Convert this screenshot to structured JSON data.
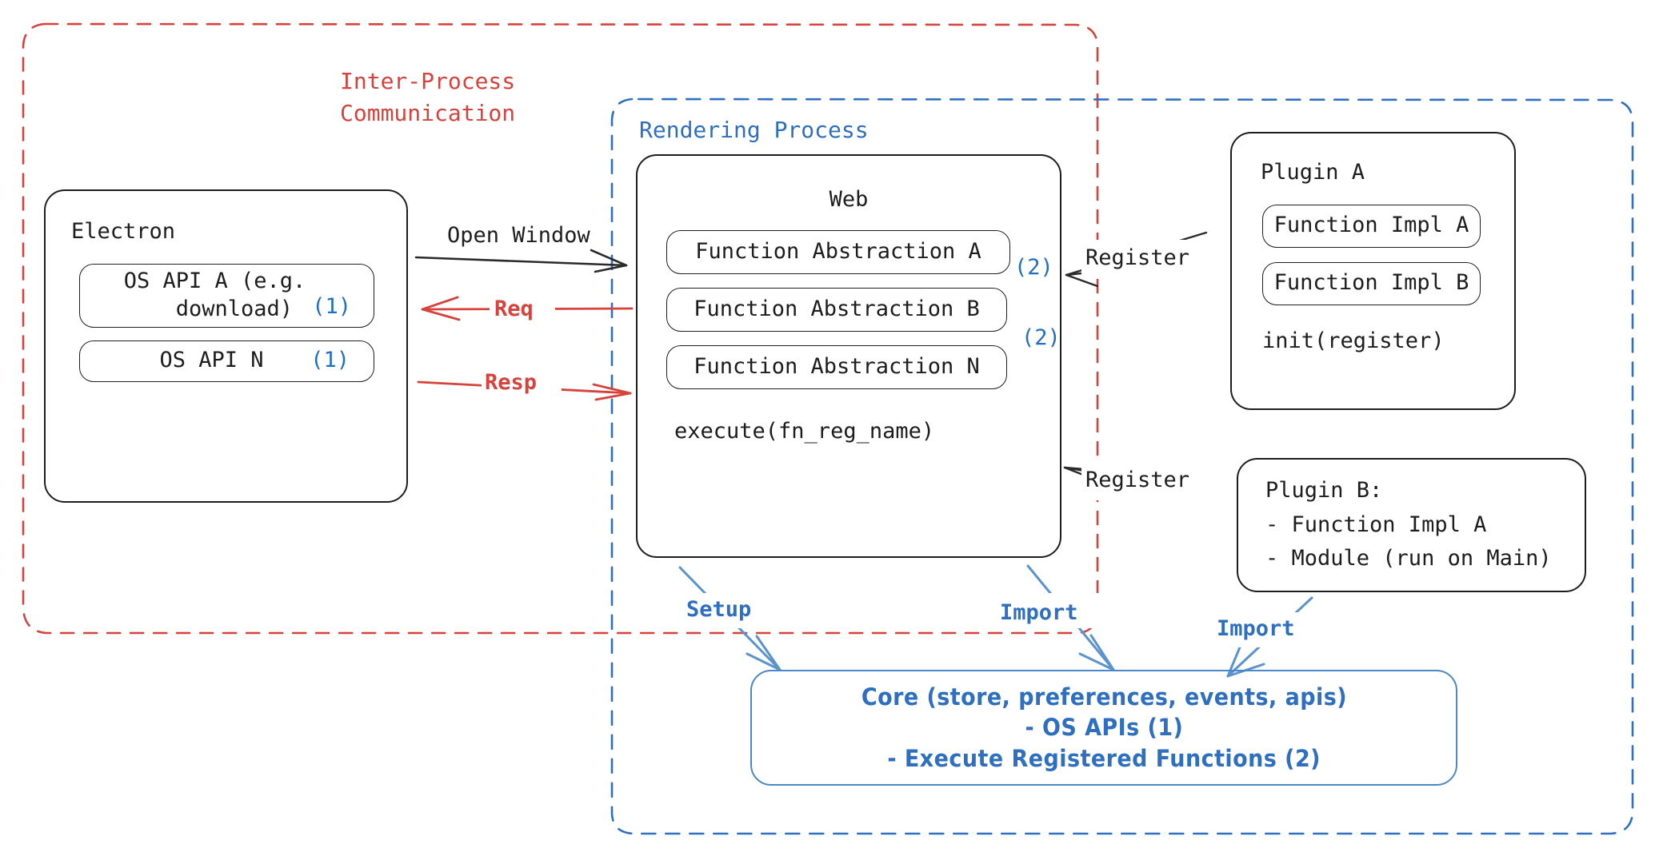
{
  "diagram": {
    "title": "Electron plugin architecture diagram",
    "colors": {
      "ipc_red": "#d6423c",
      "render_blue": "#2f6fc0",
      "core_blue": "#4a87c8",
      "ink": "#1d1d1d",
      "annotation_blue": "#1f6fc4"
    }
  },
  "containers": {
    "ipc": {
      "label": "Inter-Process\nCommunication",
      "style": "dashed",
      "color": "#d6423c"
    },
    "rendering": {
      "label": "Rendering Process",
      "style": "dashed",
      "color": "#2f6fc0"
    }
  },
  "electron": {
    "title": "Electron",
    "apis": [
      {
        "label": "OS API A (e.g.\n   download)",
        "badge": "(1)"
      },
      {
        "label": "OS API N",
        "badge": "(1)"
      }
    ]
  },
  "web": {
    "title": "Web",
    "abstractions": [
      {
        "label": "Function Abstraction A",
        "badge": "(2)"
      },
      {
        "label": "Function Abstraction B",
        "badge": "(2)"
      },
      {
        "label": "Function Abstraction N",
        "badge": ""
      }
    ],
    "footer": "execute(fn_reg_name)"
  },
  "plugin_a": {
    "title": "Plugin A",
    "items": [
      "Function Impl A",
      "Function Impl B"
    ],
    "footer": "init(register)"
  },
  "plugin_b": {
    "lines": [
      "Plugin B:",
      "- Function Impl A",
      "- Module (run on Main)"
    ]
  },
  "core": {
    "lines": [
      "Core (store, preferences, events, apis)",
      "- OS APIs (1)",
      "- Execute Registered Functions (2)"
    ]
  },
  "edges": [
    {
      "id": "open-window",
      "label": "Open Window",
      "color": "#1d1d1d"
    },
    {
      "id": "req",
      "label": "Req",
      "color": "#d6423c"
    },
    {
      "id": "resp",
      "label": "Resp",
      "color": "#d6423c"
    },
    {
      "id": "register-a",
      "label": "Register",
      "color": "#1d1d1d"
    },
    {
      "id": "register-b",
      "label": "Register",
      "color": "#1d1d1d"
    },
    {
      "id": "setup",
      "label": "Setup",
      "color": "#2f6fc0"
    },
    {
      "id": "import-web",
      "label": "Import",
      "color": "#2f6fc0"
    },
    {
      "id": "import-plugin-b",
      "label": "Import",
      "color": "#2f6fc0"
    }
  ]
}
